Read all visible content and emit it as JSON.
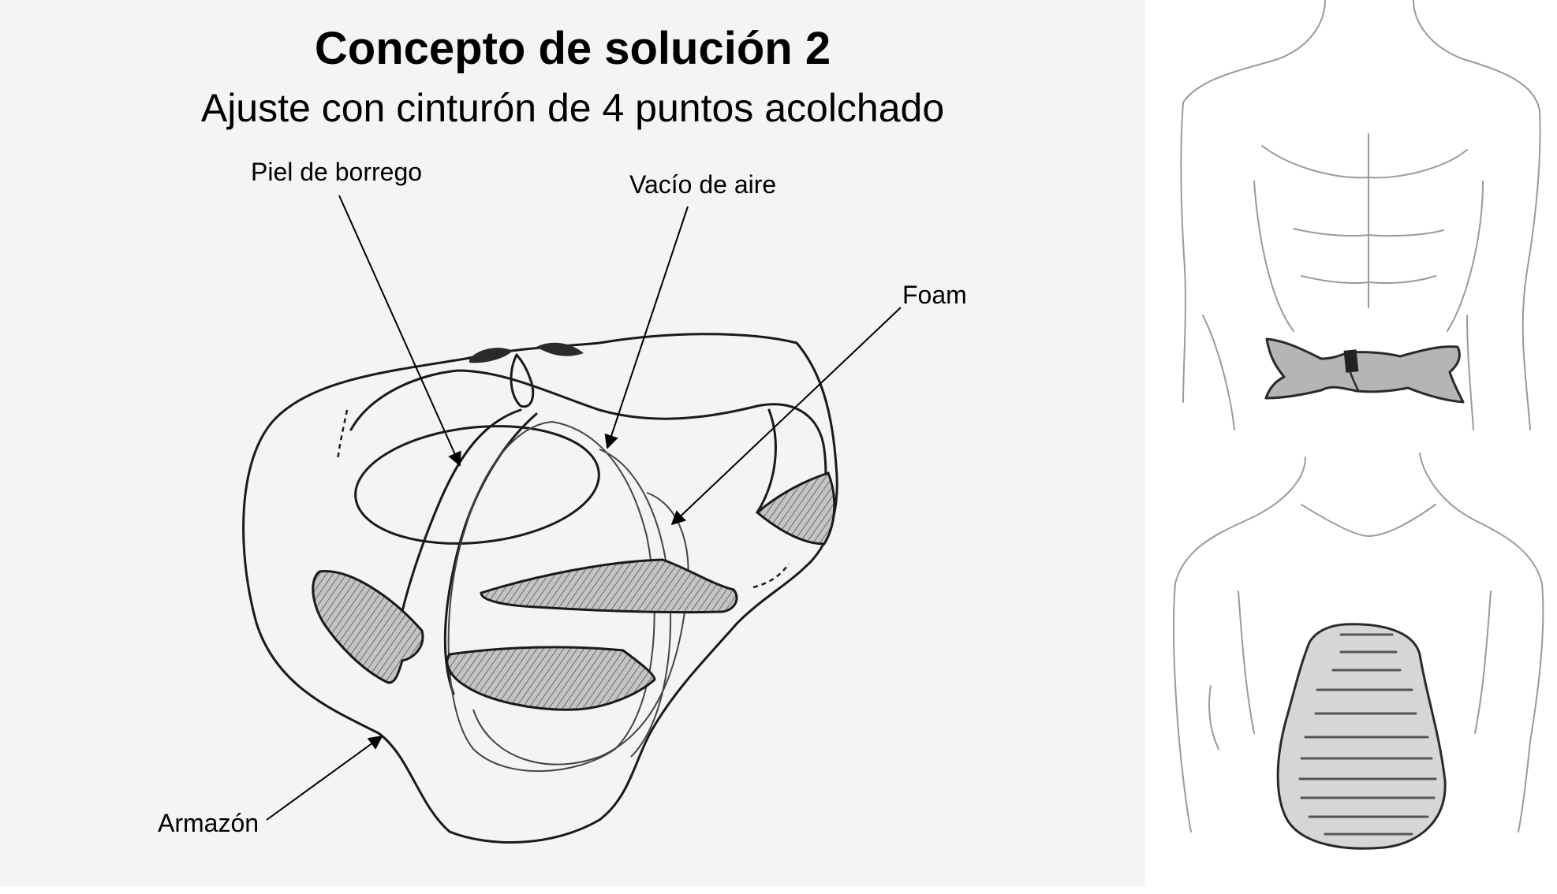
{
  "title": "Concepto de solución 2",
  "subtitle": "Ajuste con cinturón de 4 puntos acolchado",
  "labels": {
    "piel": "Piel de borrego",
    "vacio": "Vacío de aire",
    "foam": "Foam",
    "armazon": "Armazón"
  },
  "colors": {
    "left_panel_bg": "#f4f4f4",
    "page_bg": "#ffffff",
    "belt_fill": "#b5b5b5",
    "pad_fill": "#d6d6d6"
  }
}
